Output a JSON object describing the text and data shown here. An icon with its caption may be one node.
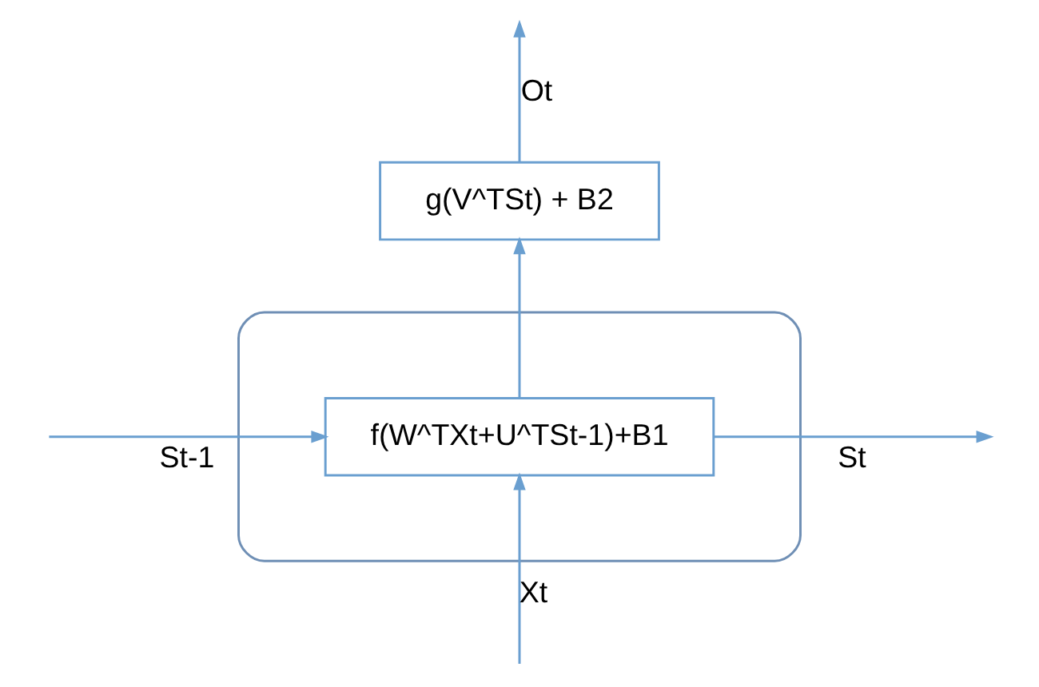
{
  "diagram": {
    "nodes": [
      {
        "text": [],
        "shape": "ellipse"
      },
      {
        "text": [
          "f(W^TXt+U^TSt-1)+B1"
        ],
        "in": 0
      },
      {
        "text": [
          "g(V^TSt) + B2"
        ]
      }
    ],
    "edges": [
      {
        "from": 2,
        "to": null,
        "arrow": "to",
        "label": "Ot"
      },
      {
        "from": 1,
        "to": 2,
        "arrow": "to"
      },
      {
        "from": null,
        "to": 1,
        "arrow": "to",
        "label": "St-1"
      },
      {
        "from": 1,
        "to": null,
        "arrow": "to",
        "label": "St"
      },
      {
        "from": null,
        "to": 1,
        "arrow": "to",
        "label": "Xt"
      }
    ]
  }
}
